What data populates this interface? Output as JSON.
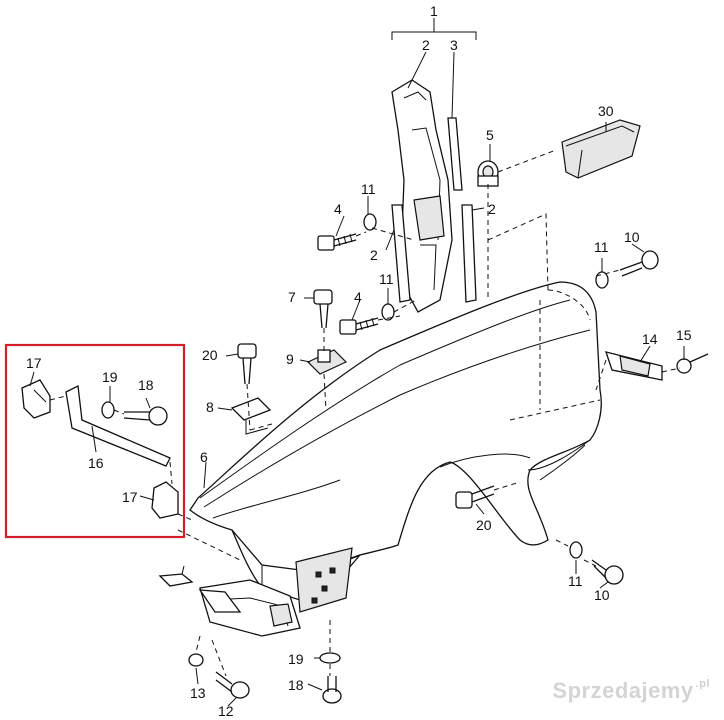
{
  "labels": {
    "l1": "1",
    "l2a": "2",
    "l3": "3",
    "l30": "30",
    "l5": "5",
    "l11a": "11",
    "l4a": "4",
    "l2b": "2",
    "l2c": "2",
    "l11b": "11",
    "l11c": "11",
    "l10a": "10",
    "l7": "7",
    "l4b": "4",
    "l20a": "20",
    "l9": "9",
    "l14": "14",
    "l15": "15",
    "l17a": "17",
    "l19a": "19",
    "l18a": "18",
    "l8": "8",
    "l16": "16",
    "l6": "6",
    "l17b": "17",
    "l20b": "20",
    "l11d": "11",
    "l10b": "10",
    "l19b": "19",
    "l18b": "18",
    "l13": "13",
    "l12": "12"
  },
  "highlight_color": "#d0202a",
  "watermark": {
    "text": "Sprzedajemy",
    "suffix": ".pl"
  }
}
